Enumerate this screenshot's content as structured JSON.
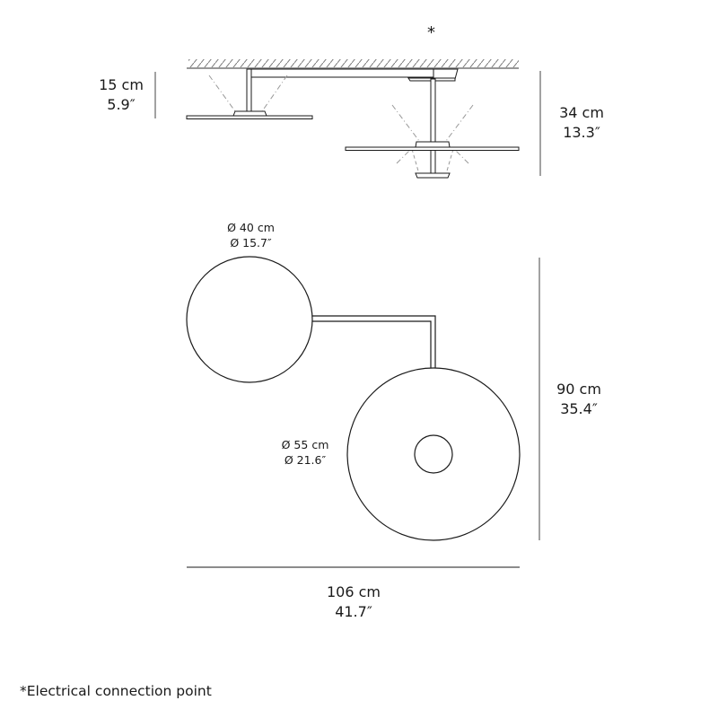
{
  "diagram": {
    "type": "product dimension drawing",
    "side_view": {
      "electrical_marker": "*",
      "left_height": {
        "cm": "15 cm",
        "in": "5.9″"
      },
      "right_height": {
        "cm": "34 cm",
        "in": "13.3″"
      }
    },
    "top_view": {
      "small_disc": {
        "cm": "Ø 40 cm",
        "in": "Ø 15.7″"
      },
      "large_disc": {
        "cm": "Ø 55 cm",
        "in": "Ø 21.6″"
      },
      "total_height": {
        "cm": "90 cm",
        "in": "35.4″"
      },
      "total_width": {
        "cm": "106 cm",
        "in": "41.7″"
      }
    },
    "footnote": "*Electrical connection point",
    "colors": {
      "line": "#1a1a1a",
      "hatch": "#777777",
      "dim": "#444444",
      "beam": "#999999"
    }
  }
}
